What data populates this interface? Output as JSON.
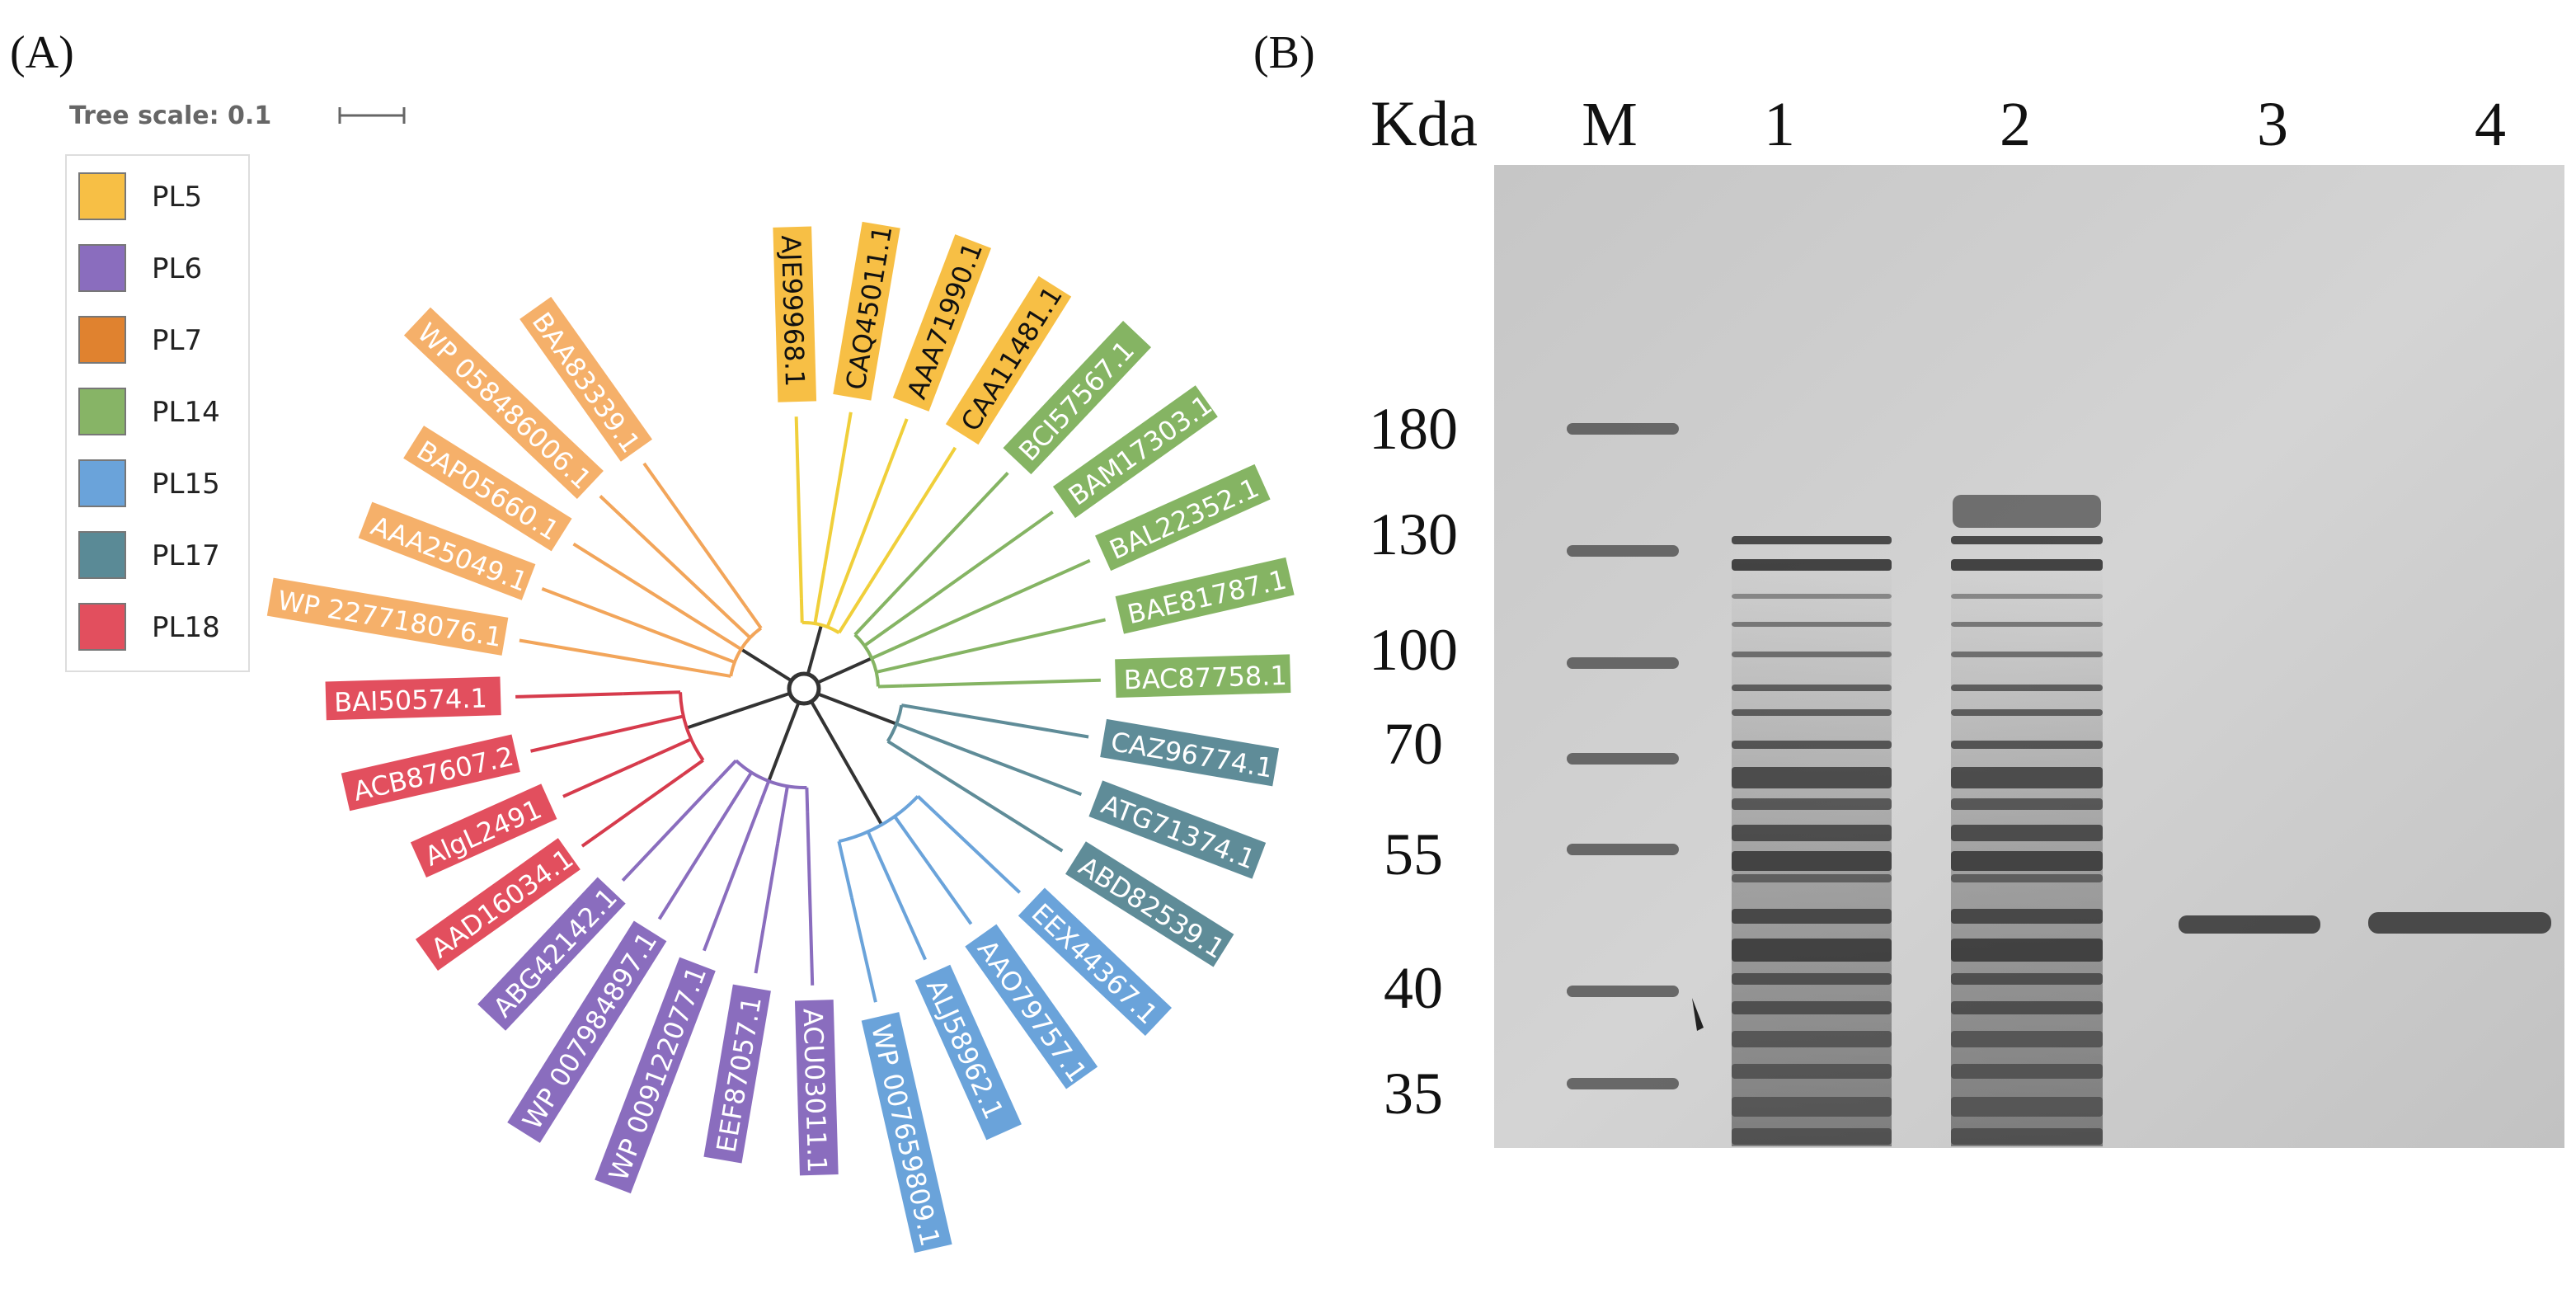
{
  "panel_a": {
    "label": "(A)",
    "tree_scale": "Tree scale: 0.1",
    "legend": [
      {
        "family": "PL5",
        "color": "#f7bf45"
      },
      {
        "family": "PL6",
        "color": "#8a6dbe"
      },
      {
        "family": "PL7",
        "color": "#e0822f"
      },
      {
        "family": "PL14",
        "color": "#87b466"
      },
      {
        "family": "PL15",
        "color": "#6aa3da"
      },
      {
        "family": "PL17",
        "color": "#5a8a96"
      },
      {
        "family": "PL18",
        "color": "#e24f5e"
      }
    ],
    "family_colors": {
      "PL5": {
        "fill": "#f7bf45",
        "line": "#f0cf3a",
        "text": "#111111"
      },
      "PL6": {
        "fill": "#8a6dbe",
        "line": "#8a6dbe",
        "text": "#ffffff"
      },
      "PL7": {
        "fill": "#f5b06a",
        "line": "#f2a55a",
        "text": "#ffffff"
      },
      "PL14": {
        "fill": "#85b463",
        "line": "#85b463",
        "text": "#ffffff"
      },
      "PL15": {
        "fill": "#6aa3da",
        "line": "#6aa3da",
        "text": "#ffffff"
      },
      "PL17": {
        "fill": "#5f8c98",
        "line": "#5f8c98",
        "text": "#ffffff"
      },
      "PL18": {
        "fill": "#e24f5e",
        "line": "#d63b4c",
        "text": "#ffffff"
      }
    },
    "leaves": [
      {
        "id": "AJE99968.1",
        "family": "PL5"
      },
      {
        "id": "CAQ45011.1",
        "family": "PL5"
      },
      {
        "id": "AAA71990.1",
        "family": "PL5"
      },
      {
        "id": "CAA11481.1",
        "family": "PL5"
      },
      {
        "id": "BCI57567.1",
        "family": "PL14"
      },
      {
        "id": "BAM17303.1",
        "family": "PL14"
      },
      {
        "id": "BAL22352.1",
        "family": "PL14"
      },
      {
        "id": "BAE81787.1",
        "family": "PL14"
      },
      {
        "id": "BAC87758.1",
        "family": "PL14"
      },
      {
        "id": "CAZ96774.1",
        "family": "PL17"
      },
      {
        "id": "ATG71374.1",
        "family": "PL17"
      },
      {
        "id": "ABD82539.1",
        "family": "PL17"
      },
      {
        "id": "EEX44367.1",
        "family": "PL15"
      },
      {
        "id": "AAO79757.1",
        "family": "PL15"
      },
      {
        "id": "ALJ58962.1",
        "family": "PL15"
      },
      {
        "id": "WP 007659809.1",
        "family": "PL15"
      },
      {
        "id": "ACU03011.1",
        "family": "PL6"
      },
      {
        "id": "EEF87057.1",
        "family": "PL6"
      },
      {
        "id": "WP 009122077.1",
        "family": "PL6"
      },
      {
        "id": "WP 007984897.1",
        "family": "PL6"
      },
      {
        "id": "ABG42142.1",
        "family": "PL6"
      },
      {
        "id": "AAD16034.1",
        "family": "PL18"
      },
      {
        "id": "AlgL2491",
        "family": "PL18"
      },
      {
        "id": "ACB87607.2",
        "family": "PL18"
      },
      {
        "id": "BAI50574.1",
        "family": "PL18"
      },
      {
        "id": "WP 227718076.1",
        "family": "PL7"
      },
      {
        "id": "AAA25049.1",
        "family": "PL7"
      },
      {
        "id": "BAP05660.1",
        "family": "PL7"
      },
      {
        "id": "WP 058486006.1",
        "family": "PL7"
      },
      {
        "id": "BAA83339.1",
        "family": "PL7"
      }
    ]
  },
  "panel_b": {
    "label": "(B)",
    "unit_label": "Kda",
    "lanes": [
      "M",
      "1",
      "2",
      "3",
      "4"
    ],
    "markers": [
      "180",
      "130",
      "100",
      "70",
      "55",
      "40",
      "35"
    ]
  }
}
